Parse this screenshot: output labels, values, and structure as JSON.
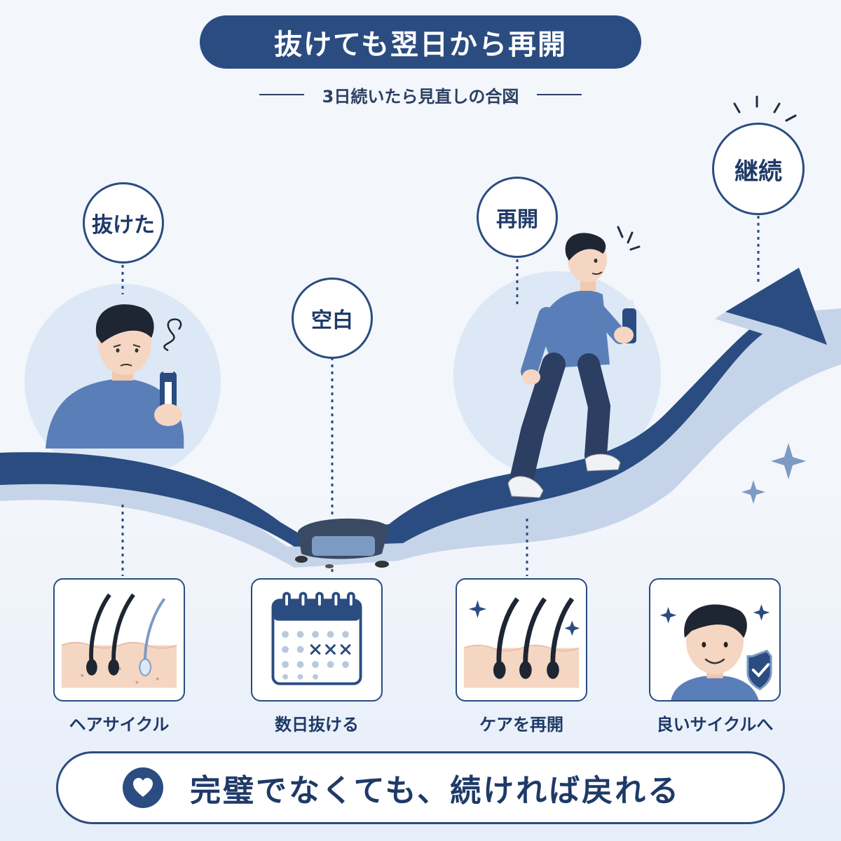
{
  "title": "抜けても翌日から再開",
  "subtitle": "3日続いたら見直しの合図",
  "milestones": [
    {
      "label": "抜けた"
    },
    {
      "label": "空白"
    },
    {
      "label": "再開"
    },
    {
      "label": "継続"
    }
  ],
  "cards": [
    {
      "label": "ヘアサイクル",
      "icon": "hair-follicle-icon"
    },
    {
      "label": "数日抜ける",
      "icon": "calendar-icon"
    },
    {
      "label": "ケアを再開",
      "icon": "hair-regrowth-icon"
    },
    {
      "label": "良いサイクルへ",
      "icon": "happy-man-shield-icon"
    }
  ],
  "footer": {
    "message": "完璧でなくても、続ければ戻れる",
    "icon": "heart-icon"
  },
  "colors": {
    "navy": "#2a4c80",
    "light_blue": "#dde8f6",
    "skin": "#f5d6c2",
    "sweater": "#5a7fb8"
  }
}
